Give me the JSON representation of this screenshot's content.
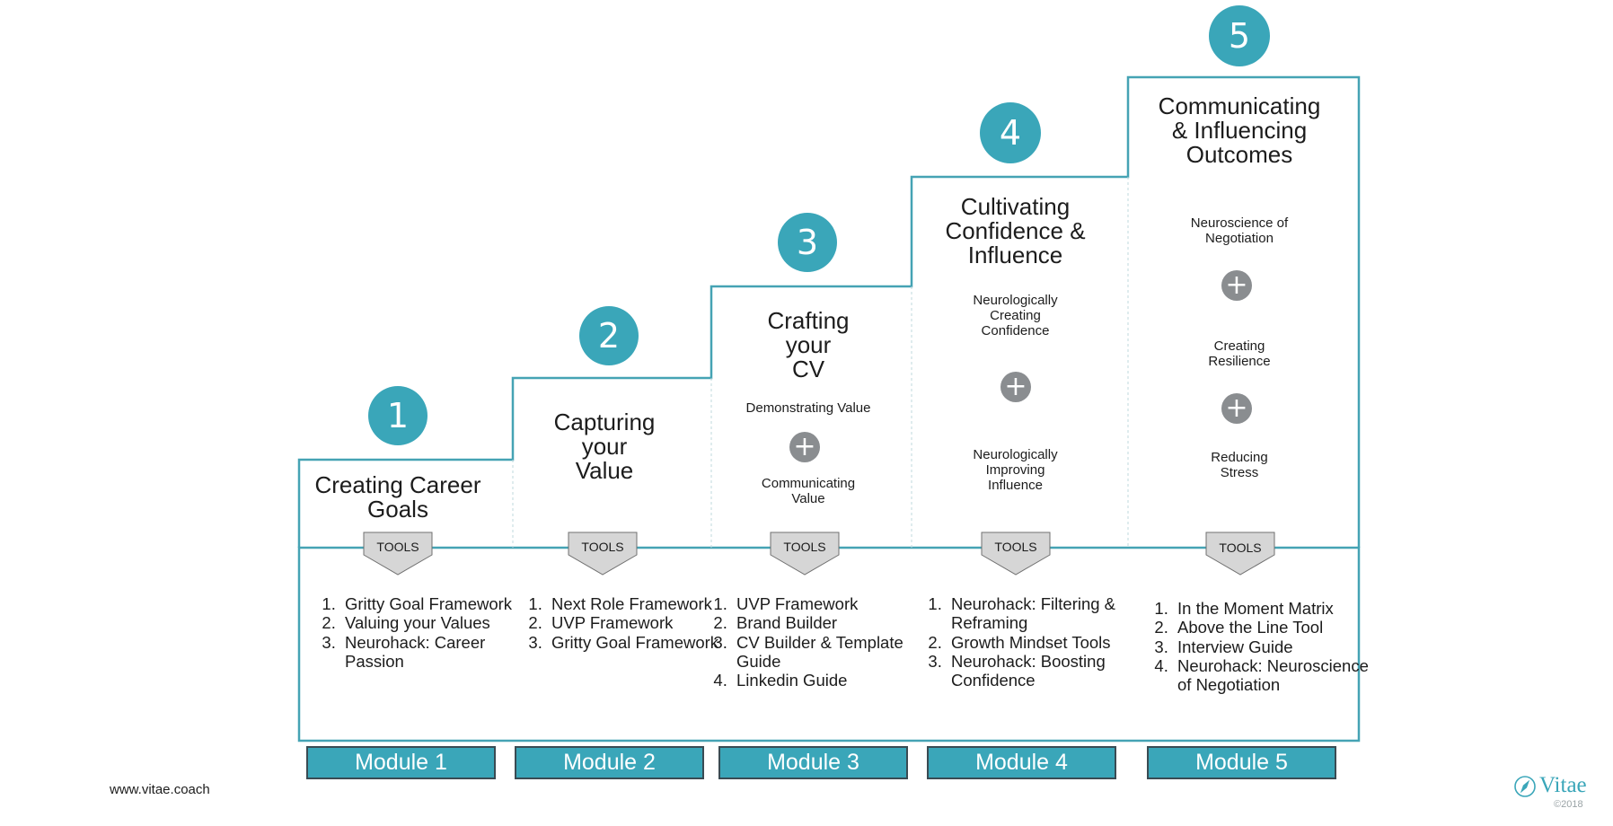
{
  "colors": {
    "accent": "#3aa6b9",
    "plus": "#8a8d90",
    "tools_tag": "#d6d6d6",
    "module_border": "#3a4b53"
  },
  "icons": {
    "plus": "plus-icon",
    "tools": "chevron-tag-icon",
    "logo": "compass-icon"
  },
  "plus_symbol": "+",
  "steps": [
    {
      "number": "1",
      "title": "Creating Career\nGoals",
      "subs": [],
      "tools_label": "TOOLS",
      "tools": [
        "Gritty Goal Framework",
        "Valuing your Values",
        "Neurohack: Career Passion"
      ],
      "module": "Module 1"
    },
    {
      "number": "2",
      "title": "Capturing\nyour\nValue",
      "subs": [],
      "tools_label": "TOOLS",
      "tools": [
        "Next Role Framework",
        "UVP Framework",
        "Gritty Goal Framework"
      ],
      "module": "Module 2"
    },
    {
      "number": "3",
      "title": "Crafting\nyour\nCV",
      "subs": [
        "Demonstrating Value",
        "Communicating\nValue"
      ],
      "tools_label": "TOOLS",
      "tools": [
        "UVP Framework",
        "Brand Builder",
        "CV Builder & Template Guide",
        "Linkedin Guide"
      ],
      "module": "Module 3"
    },
    {
      "number": "4",
      "title": "Cultivating\nConfidence &\nInfluence",
      "subs": [
        "Neurologically\nCreating\nConfidence",
        "Neurologically\nImproving\nInfluence"
      ],
      "tools_label": "TOOLS",
      "tools": [
        "Neurohack: Filtering & Reframing",
        "Growth Mindset Tools",
        "Neurohack: Boosting Confidence"
      ],
      "module": "Module 4"
    },
    {
      "number": "5",
      "title": "Communicating\n& Influencing\nOutcomes",
      "subs": [
        "Neuroscience of\nNegotiation",
        "Creating\nResilience",
        "Reducing\nStress"
      ],
      "tools_label": "TOOLS",
      "tools": [
        "In the Moment Matrix",
        "Above the Line Tool",
        "Interview Guide",
        "Neurohack: Neuroscience of Negotiation"
      ],
      "module": "Module 5"
    }
  ],
  "footer": {
    "website": "www.vitae.coach",
    "brand": "Vitae",
    "copyright": "©2018"
  }
}
